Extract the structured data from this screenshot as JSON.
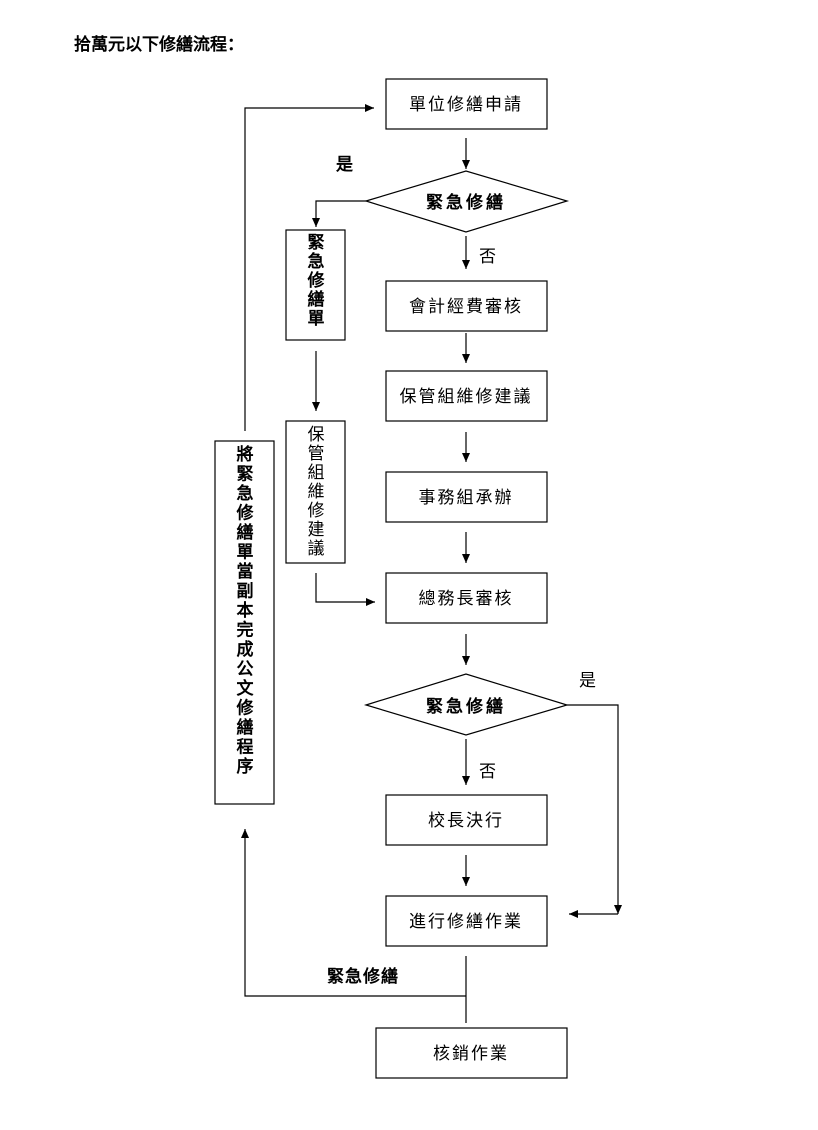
{
  "title": "拾萬元以下修繕流程：",
  "nodes": {
    "apply": "單位修繕申請",
    "urgent1": "緊急修繕",
    "urgent_form": "緊急修繕單",
    "accounting": "會計經費審核",
    "custody1": "保管組維修建議",
    "custody2": "保管組維修建議",
    "affairs": "事務組承辦",
    "general": "總務長審核",
    "urgent2": "緊急修繕",
    "principal": "校長決行",
    "repair": "進行修繕作業",
    "copy": "將緊急修繕單當副本完成公文修繕程序",
    "writeoff": "核銷作業"
  },
  "labels": {
    "yes1": "是",
    "no1": "否",
    "yes2": "是",
    "no2": "否",
    "urgent_edge": "緊急修繕"
  }
}
